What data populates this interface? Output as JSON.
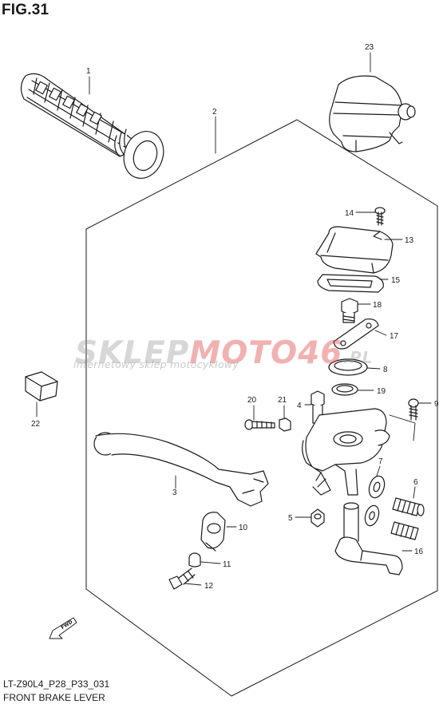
{
  "figure": {
    "title": "FIG.31"
  },
  "footer": {
    "model_code": "LT-Z90L4_P28_P33_031",
    "part_name": "FRONT BRAKE LEVER"
  },
  "watermark": {
    "brand_a": "SKLEP",
    "brand_b": "MOTO46",
    "domain": ".PL",
    "tagline": "internetowy sklep motocyklowy"
  },
  "direction_mark": {
    "label": "FWD"
  },
  "callouts": {
    "c1": "1",
    "c2": "2",
    "c3": "3",
    "c4": "4",
    "c5": "5",
    "c6": "6",
    "c7": "7",
    "c8": "8",
    "c9": "9",
    "c10": "10",
    "c11": "11",
    "c12": "12",
    "c13": "13",
    "c14": "14",
    "c15": "15",
    "c16": "16",
    "c17": "17",
    "c18": "18",
    "c19": "19",
    "c20": "20",
    "c21": "21",
    "c22": "22",
    "c23": "23"
  },
  "colors": {
    "line": "#1a1a1a",
    "fill": "#ffffff",
    "brand_red": "#e04646",
    "brand_grey": "#969696"
  }
}
